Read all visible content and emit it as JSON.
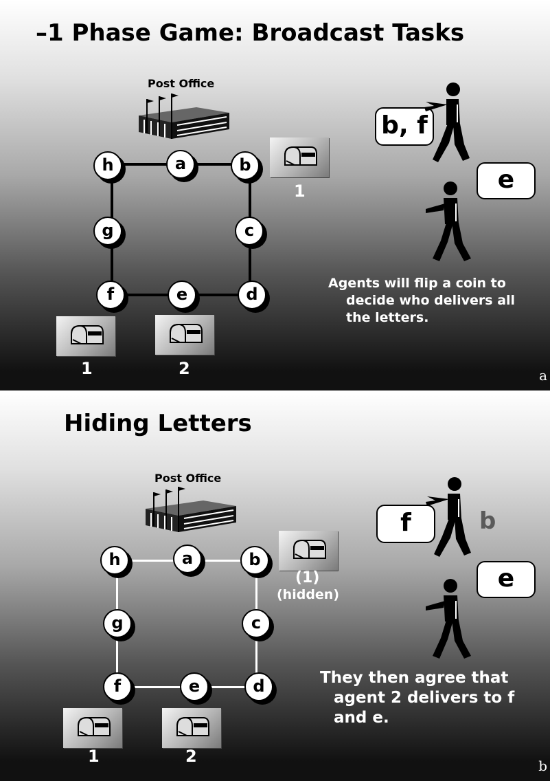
{
  "panel_a": {
    "title": "–1 Phase Game: Broadcast Tasks",
    "post_office_label": "Post Office",
    "nodes": {
      "h": "h",
      "a": "a",
      "b": "b",
      "g": "g",
      "c": "c",
      "f": "f",
      "e": "e",
      "d": "d"
    },
    "mailboxes": {
      "top_right": "1",
      "bottom_left": "1",
      "bottom_middle": "2"
    },
    "bubbles": {
      "agent1": "b, f",
      "agent2": "e"
    },
    "caption": [
      "Agents will flip a coin to",
      "decide who delivers all",
      "the letters."
    ],
    "panel_letter": "a"
  },
  "panel_b": {
    "title": "Hiding Letters",
    "post_office_label": "Post Office",
    "nodes": {
      "h": "h",
      "a": "a",
      "b": "b",
      "g": "g",
      "c": "c",
      "f": "f",
      "e": "e",
      "d": "d"
    },
    "mailboxes": {
      "top_right": "(1)",
      "top_right_note": "(hidden)",
      "bottom_left": "1",
      "bottom_middle": "2"
    },
    "bubbles": {
      "agent1": "f",
      "agent2": "e"
    },
    "hidden_letter": "b",
    "caption": [
      "They then agree that",
      "agent 2 delivers to f",
      "and e."
    ],
    "panel_letter": "b"
  },
  "icons": {
    "post_office": "building-icon",
    "mailbox": "mailbox-icon",
    "agent": "walking-person-icon"
  },
  "colors": {
    "gradient_top": "#ffffff",
    "gradient_bottom": "#111111",
    "edge_a": "#000000",
    "edge_b": "#ffffff"
  }
}
